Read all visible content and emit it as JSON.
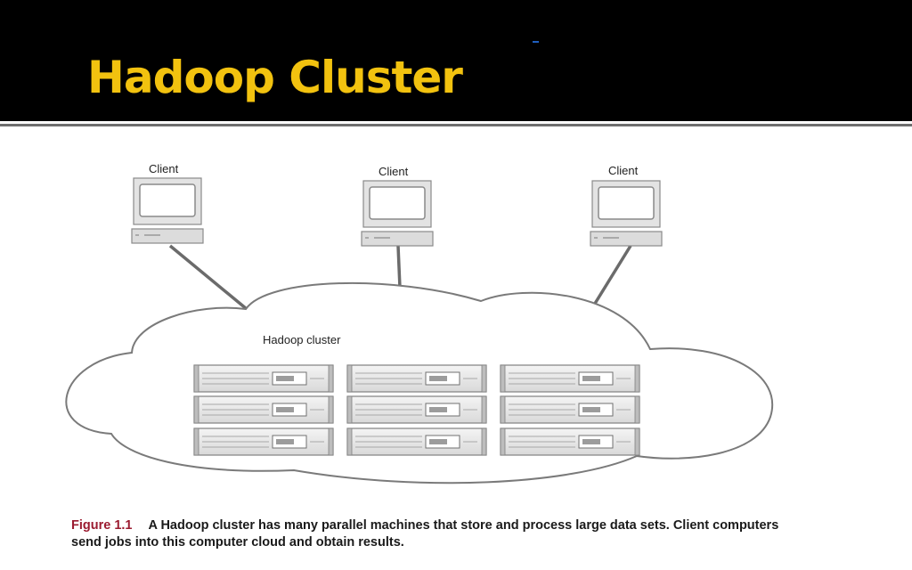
{
  "slide": {
    "title": "Hadoop Cluster",
    "title_color": "#f2c20f",
    "header_color": "#000000"
  },
  "diagram": {
    "clients": [
      {
        "label": "Client"
      },
      {
        "label": "Client"
      },
      {
        "label": "Client"
      }
    ],
    "cluster_label": "Hadoop cluster",
    "server_grid": {
      "rows": 3,
      "columns": 3
    }
  },
  "caption": {
    "figure_number": "Figure 1.1",
    "figure_number_color": "#9b1b30",
    "text": "A Hadoop cluster has many parallel machines that store and process large data sets. Client computers send jobs into this computer cloud and obtain results."
  }
}
